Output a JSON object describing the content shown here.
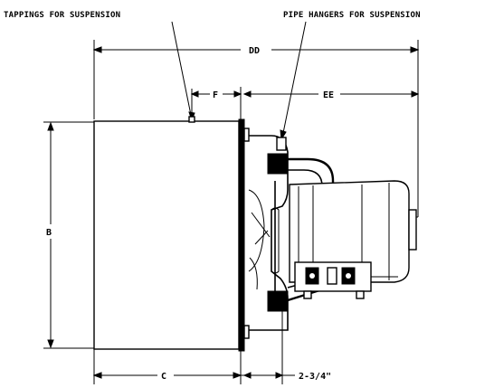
{
  "labels": {
    "tappings": "TAPPINGS FOR SUSPENSION",
    "pipe_hangers": "PIPE HANGERS FOR SUSPENSION",
    "dd": "DD",
    "f": "F",
    "ee": "EE",
    "b": "B",
    "c": "C",
    "two_three_quarter": "2-3/4\""
  }
}
